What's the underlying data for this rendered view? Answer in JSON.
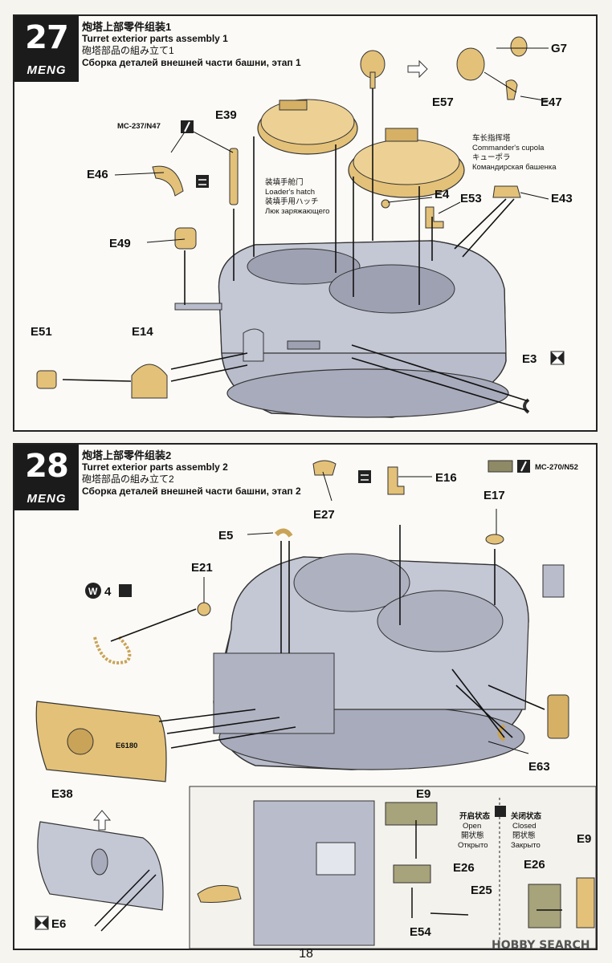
{
  "step27": {
    "number": "27",
    "brand": "MENG",
    "title_zh": "炮塔上部零件组装1",
    "title_en": "Turret exterior parts assembly 1",
    "title_ja": "砲塔部品の組み立て1",
    "title_ru": "Сборка деталей внешней части башни, этап 1",
    "paint_code": "MC-237/N47",
    "loader_hatch": {
      "zh": "装填手舱门",
      "en": "Loader's hatch",
      "ja": "装填手用ハッチ",
      "ru": "Люк заряжающего"
    },
    "commander_cupola": {
      "zh": "车长指挥塔",
      "en": "Commander's cupola",
      "ja": "キューポラ",
      "ru": "Командирская башенка"
    },
    "parts": [
      "G7",
      "E57",
      "E47",
      "E39",
      "E46",
      "E4",
      "E53",
      "E43",
      "E49",
      "E51",
      "E14",
      "E3"
    ]
  },
  "step28": {
    "number": "28",
    "brand": "MENG",
    "title_zh": "炮塔上部零件组装2",
    "title_en": "Turret exterior parts assembly 2",
    "title_ja": "砲塔部品の組み立て2",
    "title_ru": "Сборка деталей внешней части башни, этап 2",
    "paint_code": "MC-270/N52",
    "w_count": "4",
    "plate_marking": "E6180",
    "open_state": {
      "zh": "开启状态",
      "en": "Open",
      "ja": "開状態",
      "ru": "Открыто"
    },
    "closed_state": {
      "zh": "关闭状态",
      "en": "Closed",
      "ja": "閉状態",
      "ru": "Закрыто"
    },
    "parts": [
      "E27",
      "E16",
      "E17",
      "E5",
      "E21",
      "E63",
      "E38",
      "E6",
      "E9",
      "E26",
      "E25",
      "E54",
      "E26",
      "E9"
    ]
  },
  "page_number": "18",
  "watermark": "HOBBY SEARCH",
  "colors": {
    "grey_turret": "#b9bccb",
    "tan_part": "#e3c178",
    "olive_swatch": "#8f8a66",
    "dark_part": "#a7a37a"
  }
}
